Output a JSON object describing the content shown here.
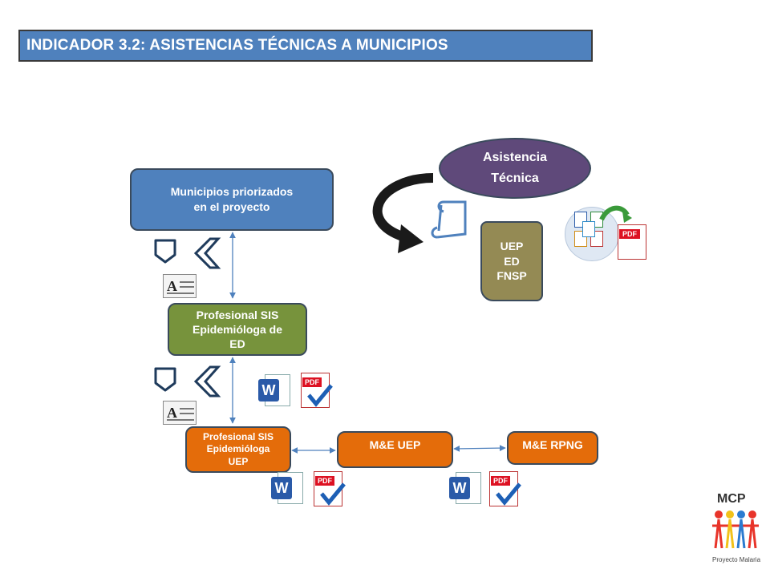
{
  "title": "INDICADOR 3.2: ASISTENCIAS TÉCNICAS A MUNICIPIOS",
  "nodes": {
    "municipios": "Municipios priorizados\nen el proyecto",
    "asistencia": "Asistencia\nTécnica",
    "uep_ed_fnsp": [
      "UEP",
      "ED",
      "FNSP"
    ],
    "profesional_ed": "Profesional SIS\nEpidemióloga de\nED",
    "profesional_uep": "Profesional SIS\nEpidemióloga\nUEP",
    "me_uep": "M&E UEP",
    "me_rpng": "M&E RPNG"
  },
  "icons": {
    "pdf_label": "PDF",
    "word_letter": "W",
    "doc_letter": "A",
    "logo_text": "MCP",
    "logo_sub": "Proyecto Malaria"
  },
  "colors": {
    "title": "#4f81bd",
    "municipios": "#4f81bd",
    "asistencia": "#5f497a",
    "uep_ed_fnsp": "#948a54",
    "profesional_ed": "#77933c",
    "orange": "#e46c0a",
    "connector": "#4f81bd"
  }
}
